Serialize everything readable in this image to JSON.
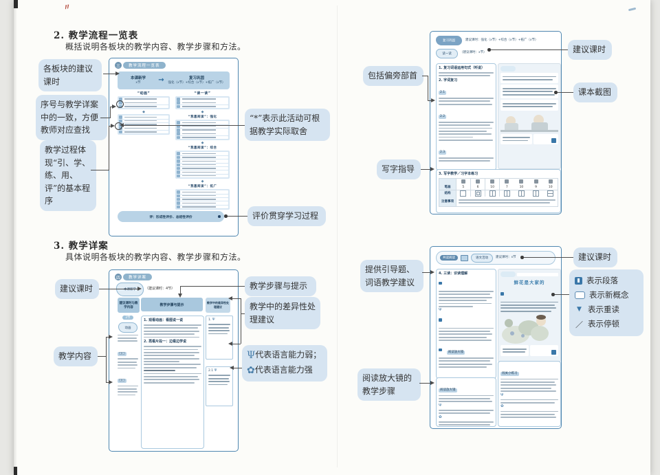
{
  "icons": {
    "sprout": "Ψ",
    "flower": "✿",
    "arrow_right": "→",
    "diamond": "◆"
  },
  "left_page": {
    "sec2_heading": "2. 教学流程一览表",
    "sec2_subtitle": "概括说明各板块的教学内容、教学步骤和方法。",
    "sec3_heading": "3. 教学详案",
    "sec3_subtitle": "具体说明各板块的教学内容、教学步骤和方法。",
    "callouts": {
      "keshi_blocks": "各板块的建议课时",
      "xuhao": "序号与教学详案中的一致，方便教师对应查找",
      "chengxu": "教学过程体现“引、学、练、用、评”的基本程序",
      "star_note": "“*”表示此活动可根据教学实际取舍",
      "pingjia": "评价贯穿学习过程",
      "jianyi_keshi": "建议课时",
      "jiaoxue_neirong": "教学内容",
      "buzhou": "教学步骤与提示",
      "chayi": "教学中的差异性处理建议",
      "ability_weak": "代表语言能力弱；",
      "ability_strong": "代表语言能力强"
    }
  },
  "right_page": {
    "callouts": {
      "pianpang": "包括偏旁部首",
      "xiezi": "写字指导",
      "jianyi_keshi_top": "建议课时",
      "keben": "课本截图",
      "tigong": "提供引导题、词语教学建议",
      "fangdajing": "阅读放大镜的教学步骤",
      "jianyi_keshi_bottom": "建议课时",
      "legend": [
        {
          "glyph": "",
          "label": "表示段落"
        },
        {
          "glyph": "",
          "label": "表示新概念"
        },
        {
          "glyph": "▼",
          "label": "表示重读"
        },
        {
          "glyph": "／",
          "label": "表示停顿"
        }
      ]
    }
  },
  "figure1": {
    "badge_num": "三",
    "badge_title": "教学流程一览表",
    "band_left_title": "本课新学",
    "band_left_sub": "x节",
    "band_right_title": "复习巩固",
    "band_right_sub": "强化（x节）+综合（x节）+拓广（x节）",
    "left_header": "“动画”",
    "right_header": "“读一读”",
    "group_qianghua": "“我喜阅读”：强化",
    "group_zonghe": "“我喜阅读”：综合",
    "group_tuoguang": "“我喜阅读”：拓广",
    "footer": "评：形成性评价、总结性评价"
  },
  "figure2": {
    "badge_num": "四",
    "badge_title": "教学详案",
    "cloud": "本课新学",
    "keshi": "（建议课时：4节）",
    "col1": "建议课时与教学内容",
    "col2": "教学步骤与提示",
    "col3": "教学中的差异性处理建议",
    "pill": "2节",
    "cloud2": "动画",
    "step1": "1. 观看动画：看图说一说",
    "step2": "2. 再看片段一：边看边学说",
    "note1": "1.",
    "note2": "2.1"
  },
  "figure3": {
    "cloud1": "复习巩固",
    "keshi1": "建议课时：强化（x节）+综合（x节）+拓广（x节）",
    "cloud2": "读一读",
    "keshi2": "（建议课时：x节）",
    "item1": "1. 复习词语运用句式（听说）",
    "item2": "2. 字词复习",
    "step_chips": [
      "2.1",
      "2.2",
      "2.3"
    ],
    "table_title": "3. 写字教学／习字本练习",
    "row_strokes_label": "笔画",
    "row_structure_label": "结构",
    "row_notes_label": "注意事项",
    "strokes": [
      "5",
      "6",
      "10",
      "7",
      "10",
      "9",
      "10"
    ]
  },
  "figure4": {
    "badge": "共读阅读",
    "cloud": "语文活动",
    "keshi": "建议课时：x节",
    "item": "4. 三读：识读理解",
    "mag_tag": "阅读放大镜",
    "book_title": "鲜花是大家的",
    "practice_tag": "闯关小练习"
  }
}
